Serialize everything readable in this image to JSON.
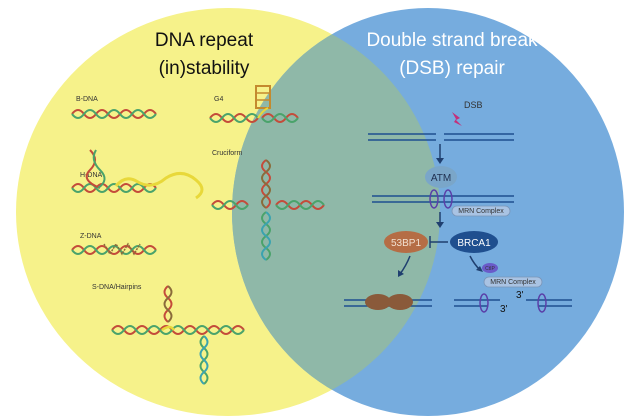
{
  "left_circle": {
    "title_line1": "DNA repeat",
    "title_line2": "(in)stability",
    "labels": {
      "bdna": "B-DNA",
      "g4": "G4",
      "hdna": "H-DNA",
      "cruciform": "Cruciform",
      "zdna": "Z-DNA",
      "sdna": "S-DNA/Hairpins"
    }
  },
  "right_circle": {
    "title_line1": "Double strand break",
    "title_line2": "(DSB) repair",
    "labels": {
      "dsb": "DSB",
      "atm": "ATM",
      "mrn1": "MRN Complex",
      "p53bp1": "53BP1",
      "brca1": "BRCA1",
      "ctip": "CtIP",
      "mrn2": "MRN Complex",
      "three_prime_1": "3'",
      "three_prime_2": "3'"
    }
  },
  "colors": {
    "left_circle": "#f6f28a",
    "right_circle": "#6fa8dc",
    "overlap": "#8fb8a8",
    "dna_red": "#c44b3a",
    "dna_green": "#4aa36b",
    "dna_yellow": "#e8d83a",
    "atm": "#7aa6c9",
    "p53bp1": "#b56d45",
    "brca1": "#1f4f8f",
    "ctip": "#6a5bc9",
    "mrn": "#a9c3e3"
  }
}
